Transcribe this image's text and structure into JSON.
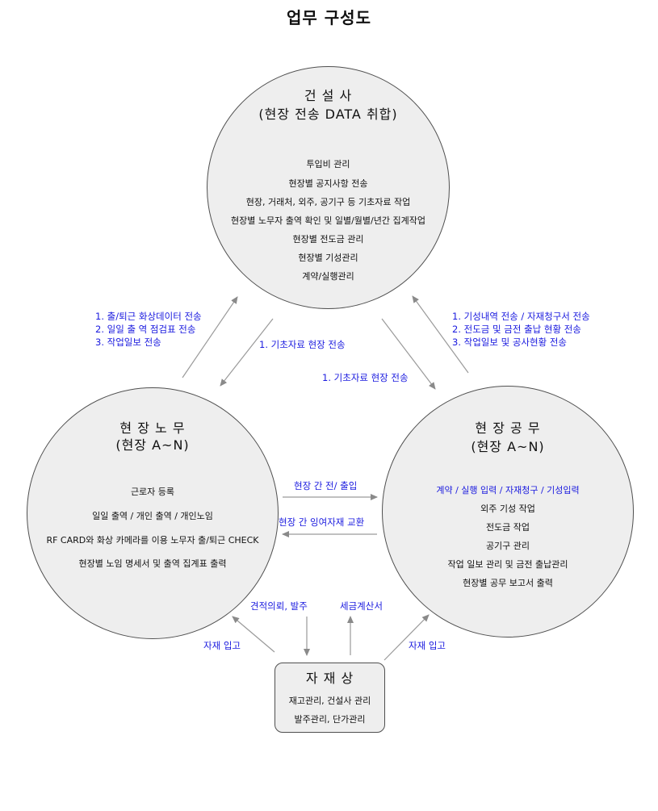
{
  "title": "업무 구성도",
  "nodes": {
    "company": {
      "heading_1": "건 설 사",
      "heading_2": "(현장 전송 DATA 취합)",
      "items": [
        "투입비 관리",
        "현장별 공지사항 전송",
        "현장, 거래처, 외주, 공기구 등 기초자료 작업",
        "현장별 노무자 출역 확인 및 일별/월별/년간 집계작업",
        "현장별 전도금 관리",
        "현장별 기성관리",
        "계약/실행관리"
      ]
    },
    "labor": {
      "heading_1": "현 장 노 무",
      "heading_2": "(현장 A~N)",
      "items": [
        "근로자 등록",
        "일일 출역 / 개인 출역 / 개인노임",
        "RF CARD와 화상 카메라를 이용 노무자 출/퇴근  CHECK",
        "현장별 노임 명세서 및 출역 집계표 출력"
      ]
    },
    "works": {
      "heading_1": "현 장 공 무",
      "heading_2": "(현장 A~N)",
      "highlight_item": "계약 / 실행 입력 / 자재청구 / 기성입력",
      "items": [
        "외주 기성 작업",
        "전도금 작업",
        "공기구 관리",
        "작업 일보 관리 및 금전 출납관리",
        "현장별 공무 보고서 출력"
      ]
    },
    "supplier": {
      "heading": "자 재 상",
      "items": [
        "재고관리, 건설사 관리",
        "발주관리, 단가관리"
      ]
    }
  },
  "edges": {
    "labor_to_company": [
      "1. 출/퇴근 화상데이터 전송",
      "2. 일일 출 역 점검표 전송",
      "3. 작업일보 전송"
    ],
    "company_to_labor": "1. 기초자료 현장 전송",
    "company_to_works": "1. 기초자료 현장 전송",
    "works_to_company": [
      "1. 기성내역 전송 / 자재청구서 전송",
      "2. 전도금 및 금전 출납 현황 전송",
      "3. 작업일보 및 공사현황 전송"
    ],
    "labor_to_works": "현장 간 전/ 출입",
    "works_to_labor": "현장 간 잉여자재 교환",
    "supplier_to_labor": "자재 입고",
    "works_to_supplier": "견적의뢰, 발주",
    "supplier_to_works_invoice": "세금계산서",
    "supplier_to_works": "자재 입고"
  },
  "colors": {
    "label_blue": "#1a1adf",
    "node_fill": "#eeeeee",
    "node_border": "#4f4f4f",
    "arrow": "#9a9a9a"
  }
}
